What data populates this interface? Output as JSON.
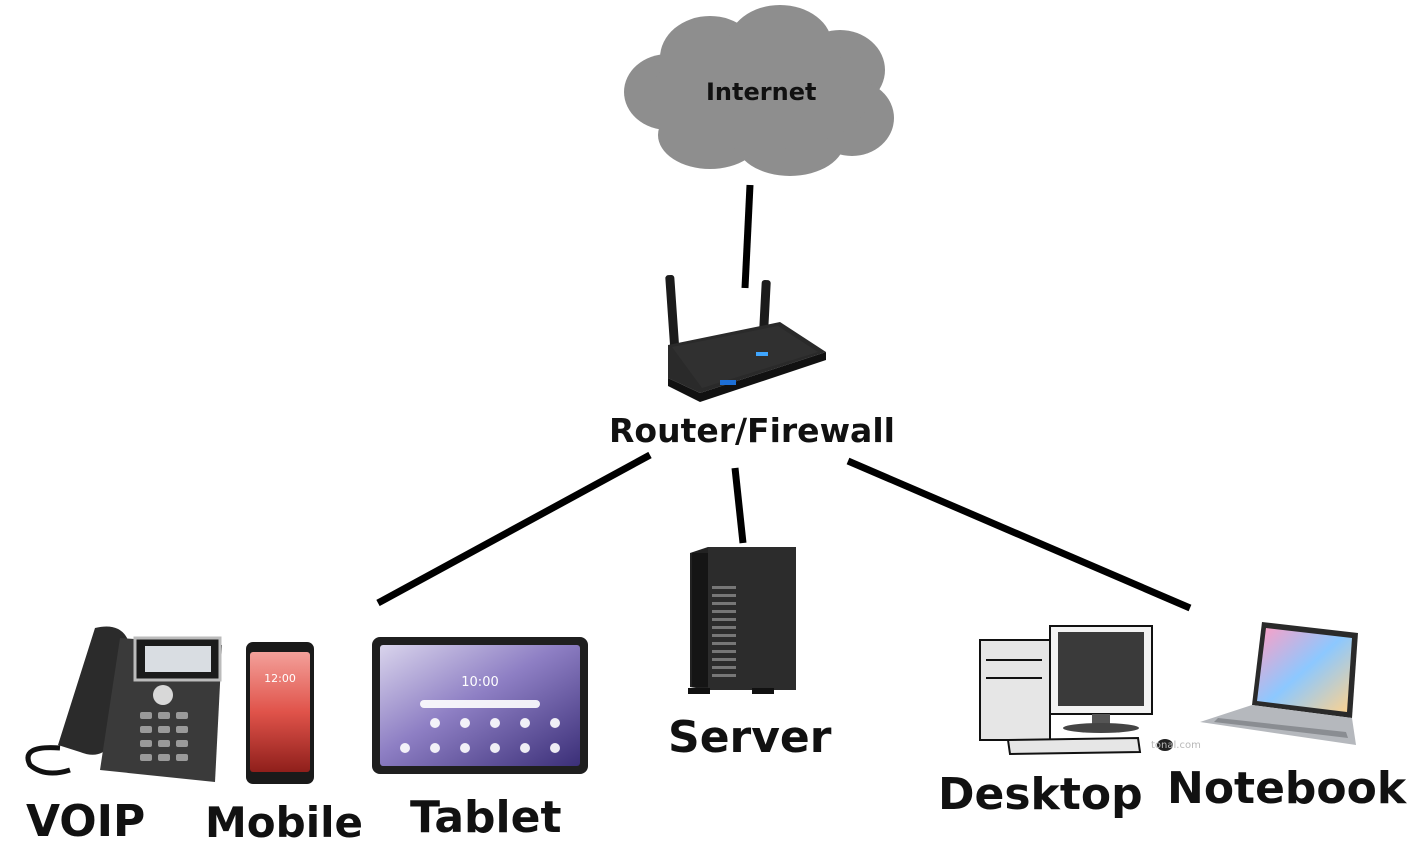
{
  "diagram": {
    "cloud": {
      "label": "Internet",
      "color": "#8e8e8e"
    },
    "router": {
      "label": "Router/Firewall"
    },
    "devices": [
      {
        "id": "voip",
        "label": "VOIP",
        "icon": "voip-phone-icon"
      },
      {
        "id": "mobile",
        "label": "Mobile",
        "icon": "smartphone-icon"
      },
      {
        "id": "tablet",
        "label": "Tablet",
        "icon": "tablet-icon"
      },
      {
        "id": "server",
        "label": "Server",
        "icon": "tower-server-icon"
      },
      {
        "id": "desktop",
        "label": "Desktop",
        "icon": "desktop-computer-icon"
      },
      {
        "id": "notebook",
        "label": "Notebook",
        "icon": "laptop-icon"
      }
    ],
    "connections": [
      {
        "from": "Internet",
        "to": "Router/Firewall"
      },
      {
        "from": "Router/Firewall",
        "to": "Tablet"
      },
      {
        "from": "Router/Firewall",
        "to": "Server"
      },
      {
        "from": "Router/Firewall",
        "to": "Notebook"
      }
    ],
    "watermark": "tonal.com",
    "line_color": "#000000"
  }
}
